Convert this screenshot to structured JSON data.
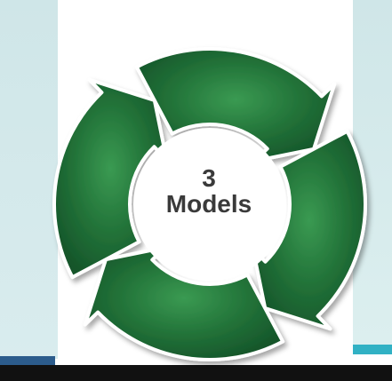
{
  "diagram": {
    "center_number": "3",
    "center_label": "Models",
    "segment_color": "#1f6b32",
    "segment_highlight": "#3a9a52",
    "outline_color": "#ffffff",
    "segments": 4
  },
  "background": {
    "panel_color": "#d3e8ea",
    "left_strip_color": "#2c5c8c",
    "right_strip_color": "#31b1c4",
    "band_color": "#111111"
  }
}
